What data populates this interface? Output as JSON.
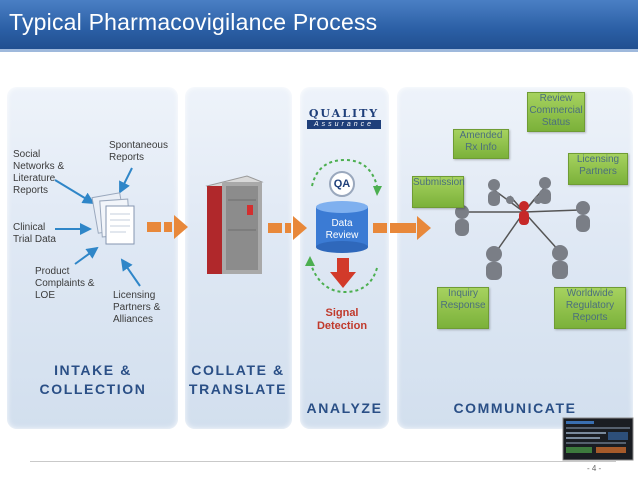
{
  "title": "Typical Pharmacovigilance Process",
  "intake": {
    "sources": {
      "social": "Social Networks & Literature Reports",
      "spontaneous": "Spontaneous Reports",
      "clinical": "Clinical Trial Data",
      "product": "Product Complaints & LOE",
      "licensing": "Licensing Partners & Alliances"
    },
    "phase_label": "INTAKE & COLLECTION"
  },
  "collate": {
    "phase_label": "COLLATE & TRANSLATE"
  },
  "analyze": {
    "logo_top": "QUALITY",
    "logo_bottom": "Assurance",
    "qa_badge": "QA",
    "data_review": "Data Review",
    "signal_detection": "Signal Detection",
    "phase_label": "ANALYZE"
  },
  "communicate": {
    "bubbles": {
      "review": "Review Commercial Status",
      "amended": "Amended Rx Info",
      "licensing": "Licensing Partners",
      "submission": "Submission",
      "inquiry": "Inquiry Response",
      "worldwide": "Worldwide Regulatory Reports"
    },
    "phase_label": "COMMUNICATE"
  },
  "page_number": "- 4 -",
  "colors": {
    "title_bar": "#2b5fa5",
    "arrow": "#e8883a",
    "bubble": "#8cc04a",
    "phase_text": "#2a4f86",
    "signal": "#c0392b",
    "cylinder": "#3b7bd4"
  }
}
